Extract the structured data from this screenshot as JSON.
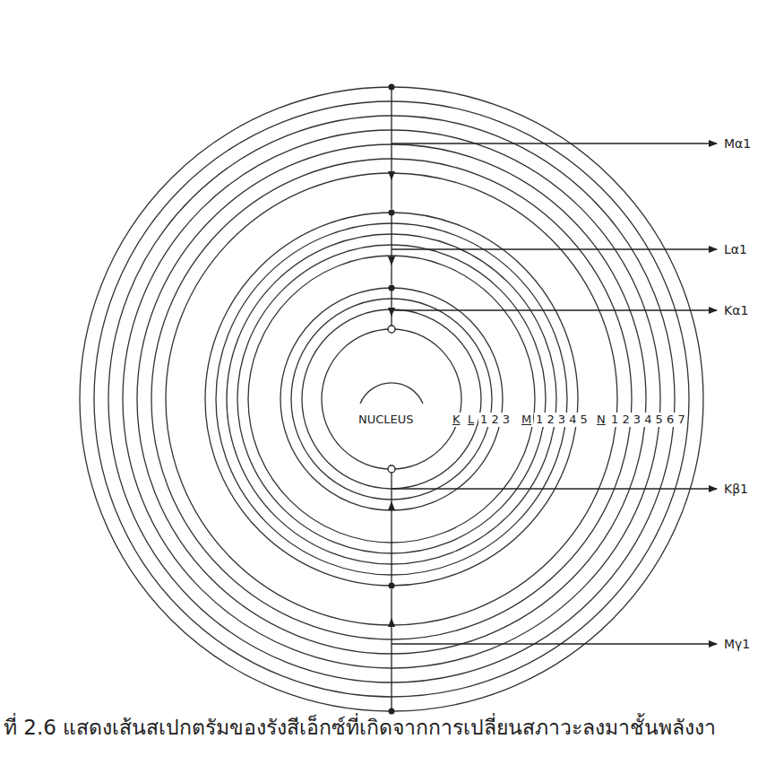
{
  "diagram": {
    "caption": "ที่ 2.6 แสดงเส้นสเปกตรัมของรังสีเอ็กซ์ที่เกิดจากการเปลี่ยนสภาวะลงมาชั้นพลังงา",
    "labels": [
      "NUCLEUS",
      "K",
      "L",
      "1 2 3",
      "M",
      "1 2 3 4 5",
      "N",
      "1 2 3 4 5 6 7",
      "Mα1",
      "Lα1",
      "Kα1",
      "Kβ1",
      "Mγ1"
    ]
  }
}
